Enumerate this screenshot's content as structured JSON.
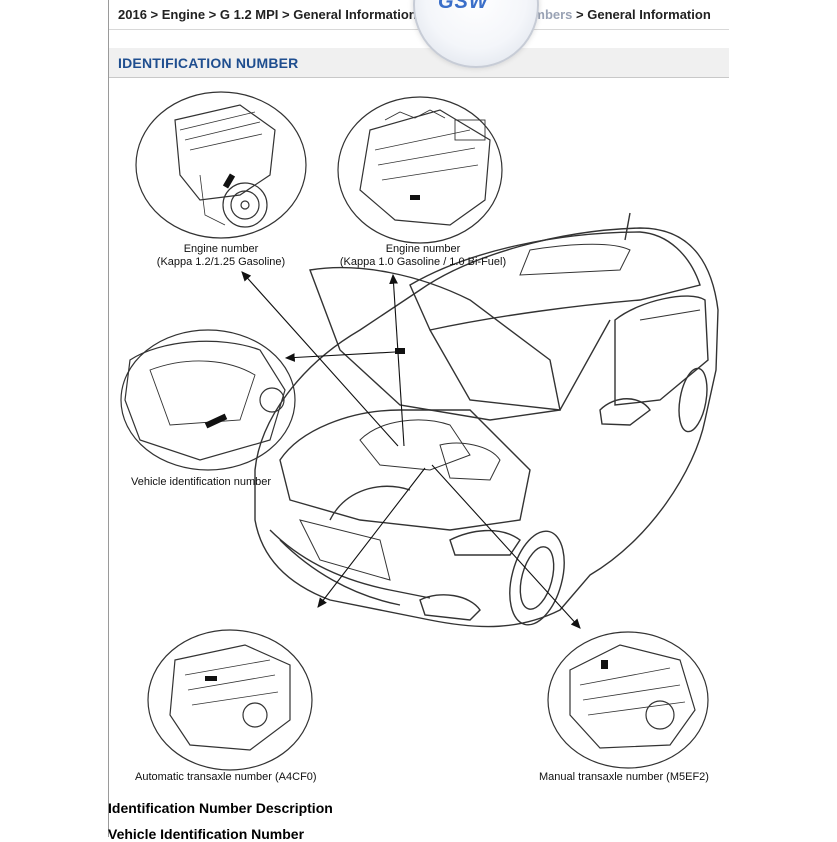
{
  "breadcrumb": {
    "prefix": "2016 > Engine > G 1.2 MPI > General Information > ",
    "hidden_part": "Identification Numbers",
    "suffix": " > General Information"
  },
  "logo": {
    "text": "GSW"
  },
  "section": {
    "title": "IDENTIFICATION NUMBER"
  },
  "figure": {
    "engine_kappa12": {
      "line1": "Engine number",
      "line2": "(Kappa 1.2/1.25 Gasoline)"
    },
    "engine_kappa10": {
      "line1": "Engine number",
      "line2": "(Kappa 1.0 Gasoline / 1.0 Bi-Fuel)"
    },
    "vin_label": "Vehicle identification number",
    "auto_transaxle": "Automatic transaxle number (A4CF0)",
    "manual_transaxle": "Manual transaxle number (M5EF2)"
  },
  "headings": {
    "description": "Identification Number Description",
    "vin": "Vehicle Identification Number"
  }
}
